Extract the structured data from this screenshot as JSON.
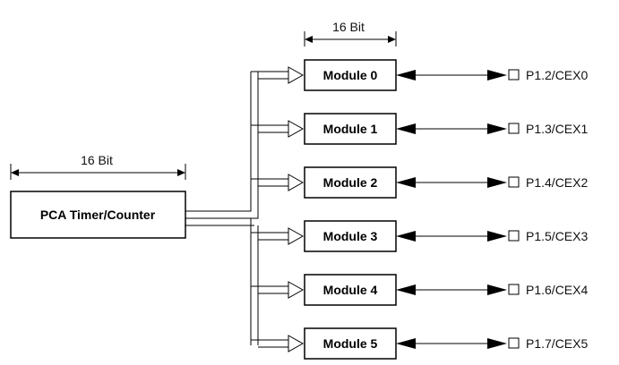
{
  "top_width_label": "16 Bit",
  "timer": {
    "width_label": "16 Bit",
    "label": "PCA Timer/Counter"
  },
  "modules": [
    {
      "label": "Module 0",
      "pin": "P1.2/CEX0"
    },
    {
      "label": "Module 1",
      "pin": "P1.3/CEX1"
    },
    {
      "label": "Module 2",
      "pin": "P1.4/CEX2"
    },
    {
      "label": "Module 3",
      "pin": "P1.5/CEX3"
    },
    {
      "label": "Module 4",
      "pin": "P1.6/CEX4"
    },
    {
      "label": "Module 5",
      "pin": "P1.7/CEX5"
    }
  ],
  "colors": {
    "stroke": "#000000",
    "background": "#ffffff"
  }
}
